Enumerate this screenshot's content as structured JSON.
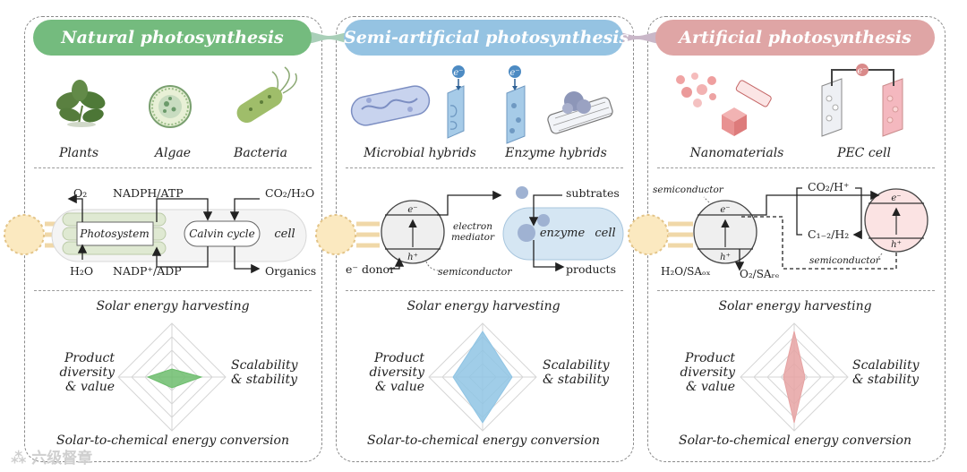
{
  "panels": [
    {
      "title": "Natural photosynthesis",
      "color": "#74bb7e",
      "organisms": [
        "Plants",
        "Algae",
        "Bacteria"
      ],
      "scheme": {
        "photosystem": "Photosystem",
        "calvin": "Calvin cycle",
        "cell": "cell",
        "o2": "O₂",
        "nadph": "NADPH/ATP",
        "co2": "CO₂/H₂O",
        "h2o": "H₂O",
        "nadp": "NADP⁺/ADP",
        "organics": "Organics"
      },
      "radar": {
        "top": "Solar energy harvesting",
        "left": "Product\ndiversity\n& value",
        "right": "Scalability\n& stability",
        "bottom": "Solar-to-chemical energy conversion",
        "values": {
          "top": 0.15,
          "right": 0.55,
          "bottom": 0.2,
          "left": 0.45
        },
        "fill": "#6dbd6d"
      }
    },
    {
      "title": "Semi-artificial photosynthesis",
      "color": "#95c3e2",
      "organisms": [
        "Microbial hybrids",
        "Enzyme hybrids"
      ],
      "scheme": {
        "e": "e⁻",
        "h": "h⁺",
        "electron_mediator": "electron\nmediator",
        "subtrates": "subtrates",
        "enzyme": "enzyme",
        "cell": "cell",
        "donor": "e⁻ donor",
        "semiconductor": "semiconductor",
        "products": "products"
      },
      "radar": {
        "top": "Solar energy harvesting",
        "left": "Product\ndiversity\n& value",
        "right": "Scalability\n& stability",
        "bottom": "Solar-to-chemical energy conversion",
        "values": {
          "top": 0.85,
          "right": 0.55,
          "bottom": 0.85,
          "left": 0.55
        },
        "fill": "#8fc4e4"
      }
    },
    {
      "title": "Artificial photosynthesis",
      "color": "#dfa5a5",
      "organisms": [
        "Nanomaterials",
        "PEC cell"
      ],
      "scheme": {
        "semiconductor_top": "semiconductor",
        "e": "e⁻",
        "h": "h⁺",
        "co2": "CO₂/H⁺",
        "c12": "C₁₋₂/H₂",
        "h2o": "H₂O/SAₒₓ",
        "o2": "O₂/SAᵣₑ",
        "semiconductor_bottom": "semiconductor"
      },
      "radar": {
        "top": "Solar energy harvesting",
        "left": "Product\ndiversity\n& value",
        "right": "Scalability\n& stability",
        "bottom": "Solar-to-chemical energy conversion",
        "values": {
          "top": 0.85,
          "right": 0.2,
          "bottom": 0.85,
          "left": 0.2
        },
        "fill": "#e6a3a3"
      }
    }
  ],
  "pec_e": "e⁻",
  "enzyme_e": "e⁻",
  "microbe_e": "e⁻",
  "watermark": "⁂ 六级督章"
}
